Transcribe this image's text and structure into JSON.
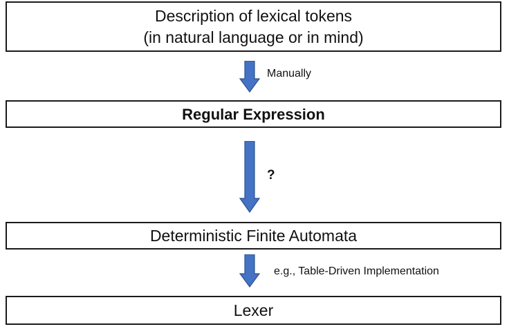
{
  "boxes": {
    "description": {
      "line1": "Description of lexical tokens",
      "line2": "(in natural language or in mind)"
    },
    "regex": {
      "label": "Regular Expression"
    },
    "dfa": {
      "label": "Deterministic Finite Automata"
    },
    "lexer": {
      "label": "Lexer"
    }
  },
  "arrows": {
    "step1": {
      "label": "Manually"
    },
    "step2": {
      "label": "?"
    },
    "step3": {
      "label": "e.g., Table-Driven Implementation"
    }
  },
  "colors": {
    "arrow_fill": "#4472C4",
    "arrow_stroke": "#2F528F",
    "box_border": "#1a1a1a"
  }
}
